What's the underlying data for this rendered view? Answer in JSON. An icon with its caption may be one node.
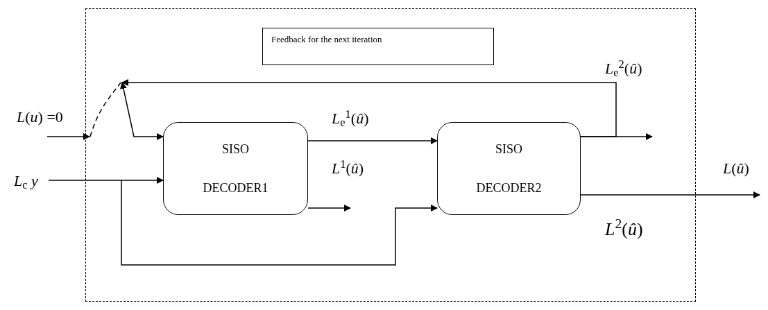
{
  "diagram": {
    "nodes": [
      {
        "text": [],
        "shape": "box"
      },
      {
        "text": [
          "Feedback for the next iteration"
        ],
        "in": 0
      },
      {
        "text": [
          "SISO",
          "DECODER1"
        ],
        "in": 0
      },
      {
        "text": [
          "SISO",
          "DECODER2"
        ],
        "in": 0
      },
      {
        "text": [],
        "shape": "switch",
        "in": 0
      }
    ],
    "edges": [
      {
        "from": null,
        "to": 4,
        "arrow": "to",
        "label": "*L*(*u*) =0"
      },
      {
        "from": 3,
        "to": 4,
        "arrow": "to",
        "label": "*L*$_{e}$$^{2}$(*û*)"
      },
      {
        "from": 4,
        "to": 2,
        "arrow": "both"
      },
      {
        "from": null,
        "to": 2,
        "arrow": "to",
        "label": "*L*$_{c}$ *y*"
      },
      {
        "from": null,
        "to": 3,
        "arrow": "to"
      },
      {
        "from": 2,
        "to": 3,
        "arrow": "to",
        "label": "*L*$_{e}$$^{1}$(*û*)"
      },
      {
        "from": 2,
        "to": null,
        "arrow": "to",
        "label": "*L*$^{1}$(*û*)"
      },
      {
        "from": 3,
        "to": null,
        "arrow": "to"
      },
      {
        "from": 3,
        "to": null,
        "arrow": "to",
        "label": "*L*(*û*)"
      }
    ],
    "labels": [
      "*L*$^{2}$(*û*)"
    ]
  }
}
